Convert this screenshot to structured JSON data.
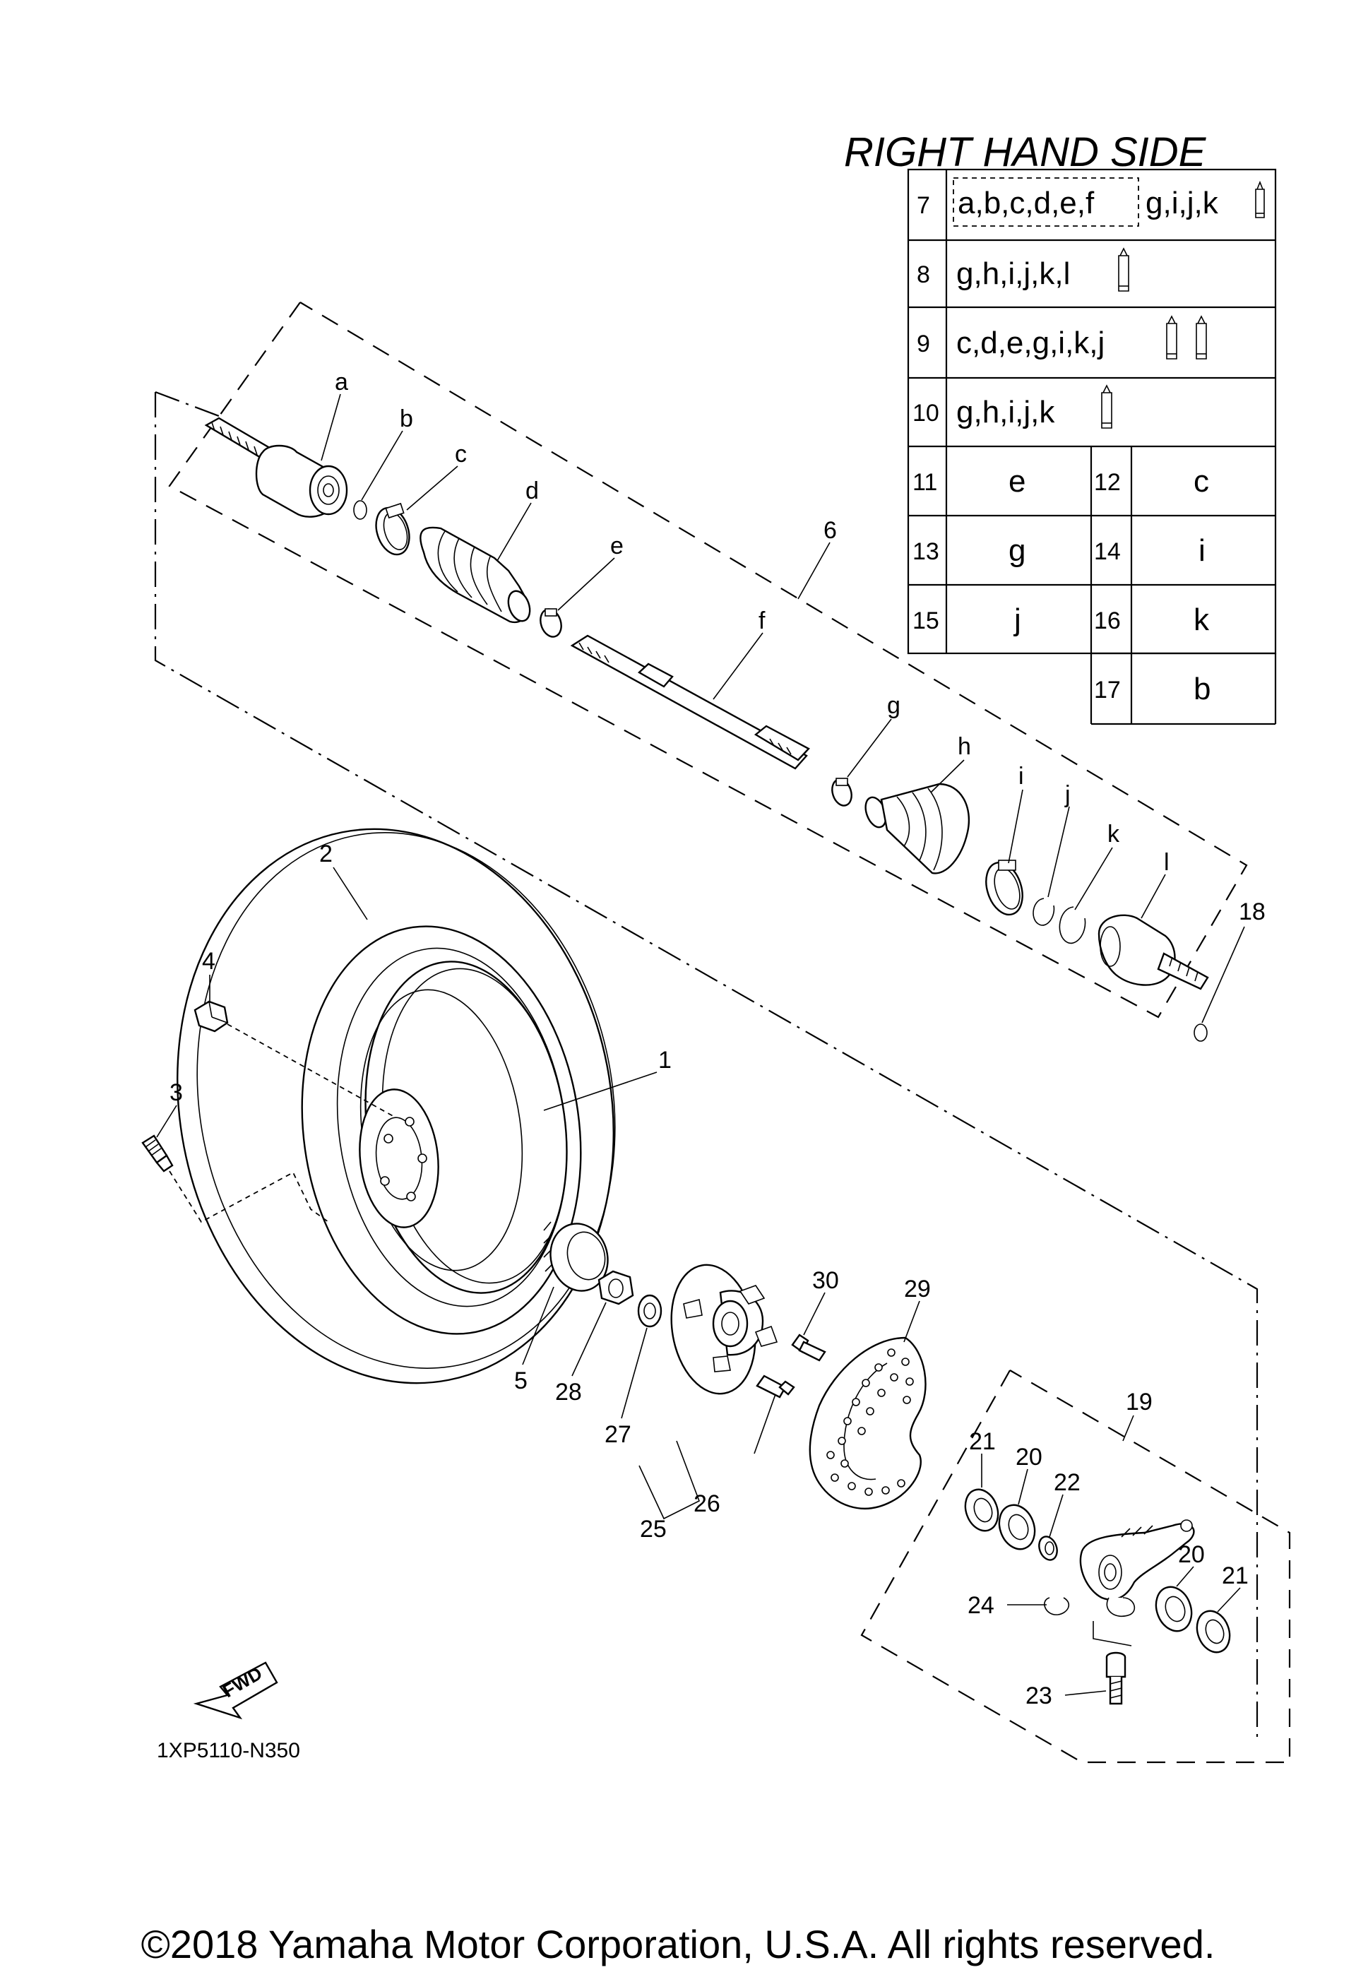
{
  "heading": "RIGHT HAND SIDE",
  "drawing_code": "1XP5110-N350",
  "fwd_label": "FWD",
  "copyright": "©2018 Yamaha Motor Corporation, U.S.A. All rights reserved.",
  "table": {
    "rows": [
      {
        "no": "7",
        "boxed": "a,b,c,d,e,f",
        "rest": "g,i,j,k"
      },
      {
        "no": "8",
        "text": "g,h,i,j,k,l"
      },
      {
        "no": "9",
        "text": "c,d,e,g,i,k,j"
      },
      {
        "no": "10",
        "text": "g,h,i,j,k"
      }
    ],
    "pairs": [
      {
        "l_no": "11",
        "l_val": "e",
        "r_no": "12",
        "r_val": "c"
      },
      {
        "l_no": "13",
        "l_val": "g",
        "r_no": "14",
        "r_val": "i"
      },
      {
        "l_no": "15",
        "l_val": "j",
        "r_no": "16",
        "r_val": "k"
      },
      {
        "r_no": "17",
        "r_val": "b"
      }
    ]
  },
  "callouts": {
    "n1": "1",
    "n2": "2",
    "n3": "3",
    "n4": "4",
    "n5": "5",
    "n6": "6",
    "n18": "18",
    "n19": "19",
    "n20a": "20",
    "n20b": "20",
    "n21a": "21",
    "n21b": "21",
    "n22": "22",
    "n23": "23",
    "n24": "24",
    "n25": "25",
    "n26": "26",
    "n27": "27",
    "n28": "28",
    "n29": "29",
    "n30": "30",
    "a": "a",
    "b": "b",
    "c": "c",
    "d": "d",
    "e": "e",
    "f": "f",
    "g": "g",
    "h": "h",
    "i": "i",
    "j": "j",
    "k": "k",
    "l": "l"
  }
}
